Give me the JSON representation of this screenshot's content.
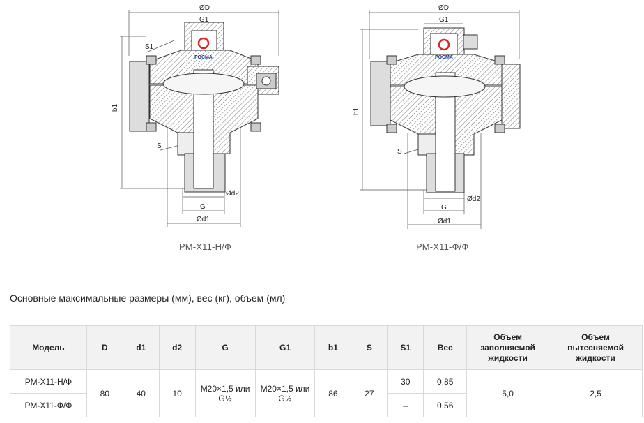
{
  "drawings": [
    {
      "caption": "РМ-Х11-Н/Ф",
      "logo_text": "РОСМА",
      "dim_labels": {
        "D": "ØD",
        "G1": "G1",
        "S1": "S1",
        "b1": "b1",
        "S": "S",
        "d2": "Ød2",
        "G": "G",
        "d1": "Ød1"
      }
    },
    {
      "caption": "РМ-Х11-Ф/Ф",
      "logo_text": "РОСМА",
      "dim_labels": {
        "D": "ØD",
        "G1": "G1",
        "b1": "b1",
        "S": "S",
        "d2": "Ød2",
        "G": "G",
        "d1": "Ød1"
      }
    }
  ],
  "section_title": "Основные максимальные размеры (мм), вес (кг), объем (мл)",
  "table": {
    "headers": {
      "model": "Модель",
      "D": "D",
      "d1": "d1",
      "d2": "d2",
      "G": "G",
      "G1": "G1",
      "b1": "b1",
      "S": "S",
      "S1": "S1",
      "weight": "Вес",
      "fill_volume": "Объем заполняемой жидкости",
      "displaced_volume": "Объем вытесняемой жидкости"
    },
    "shared": {
      "D": "80",
      "d1": "40",
      "d2": "10",
      "G": "M20×1,5 или G½",
      "G1": "M20×1,5 или G½",
      "b1": "86",
      "S": "27",
      "fill_volume": "5,0",
      "displaced_volume": "2,5"
    },
    "rows": [
      {
        "model": "РМ-Х11-Н/Ф",
        "S1": "30",
        "weight": "0,85"
      },
      {
        "model": "РМ-Х11-Ф/Ф",
        "S1": "–",
        "weight": "0,56"
      }
    ]
  }
}
